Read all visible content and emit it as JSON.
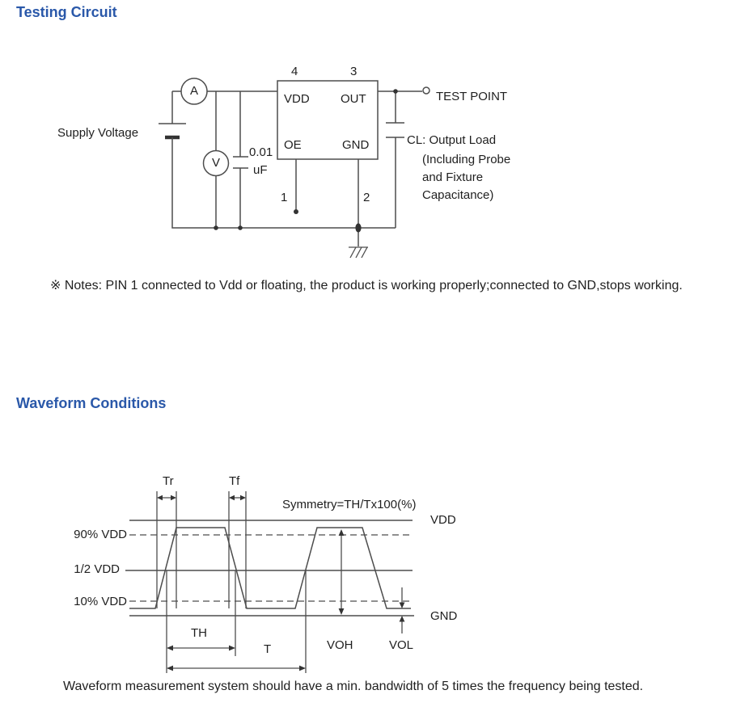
{
  "testing_circuit": {
    "heading": "Testing Circuit",
    "labels": {
      "supply_voltage": "Supply Voltage",
      "ammeter": "A",
      "voltmeter": "V",
      "cap_value": "0.01",
      "cap_unit": "uF",
      "pin4": "4",
      "pin3": "3",
      "pin1": "1",
      "pin2": "2",
      "vdd": "VDD",
      "out": "OUT",
      "oe": "OE",
      "gnd": "GND",
      "test_point": "TEST POINT",
      "cl_line1": "CL: Output Load",
      "cl_line2": "(Including Probe",
      "cl_line3": "and Fixture",
      "cl_line4": "Capacitance)"
    },
    "note": "※ Notes: PIN 1 connected to Vdd or floating, the product is working properly;connected to GND,stops working."
  },
  "waveform": {
    "heading": "Waveform Conditions",
    "labels": {
      "tr": "Tr",
      "tf": "Tf",
      "symmetry": "Symmetry=TH/Tx100(%)",
      "vdd": "VDD",
      "gnd": "GND",
      "p90": "90% VDD",
      "p50": "1/2 VDD",
      "p10": "10% VDD",
      "th": "TH",
      "t": "T",
      "voh": "VOH",
      "vol": "VOL"
    },
    "caption": "Waveform measurement system should have a min. bandwidth of 5 times the frequency being tested."
  }
}
